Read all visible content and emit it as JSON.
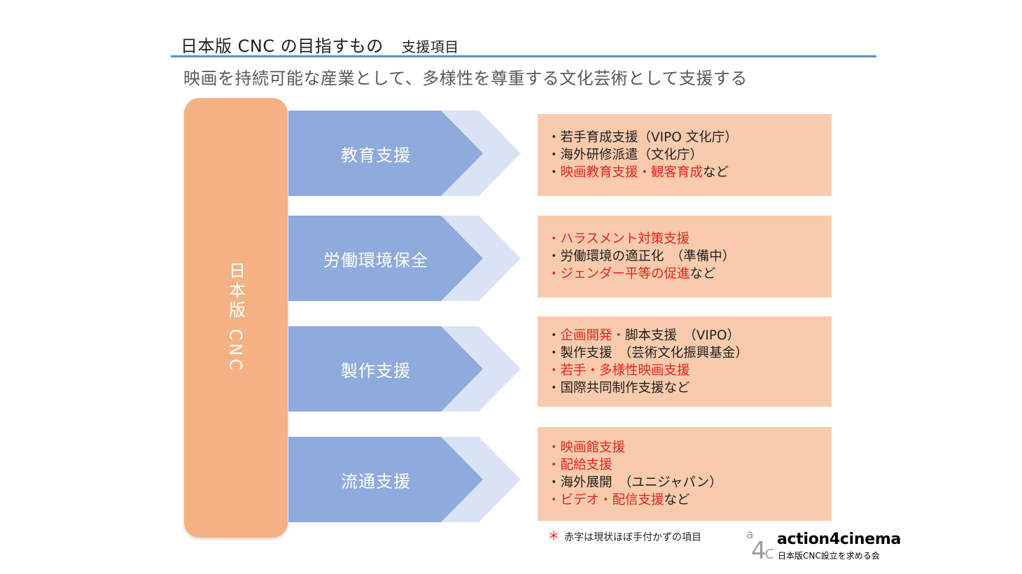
{
  "title": "日本版 CNC の目指すもの",
  "title_sub": "支援項目",
  "subtitle": "映画を持続可能な産業として、多様性を尊重する文化芸術として支援する",
  "cnc_label": "日本版 CNC",
  "rows": [
    {
      "label": "教育支援",
      "lines": [
        [
          {
            "t": "・若手育成支援（VIPO 文化庁）",
            "red": false
          }
        ],
        [
          {
            "t": "・海外研修派遣（文化庁）",
            "red": false
          }
        ],
        [
          {
            "t": "・",
            "red": false
          },
          {
            "t": "映画教育支援・観客育成",
            "red": true
          },
          {
            "t": "など",
            "red": false
          }
        ]
      ]
    },
    {
      "label": "労働環境保全",
      "lines": [
        [
          {
            "t": "・ハラスメント対策支援",
            "red": true
          }
        ],
        [
          {
            "t": "・労働環境の適正化　（準備中）",
            "red": false
          }
        ],
        [
          {
            "t": "・ジェンダー平等の促進",
            "red": true
          },
          {
            "t": "など",
            "red": false
          }
        ]
      ]
    },
    {
      "label": "製作支援",
      "lines": [
        [
          {
            "t": "・",
            "red": false
          },
          {
            "t": "企画開発・",
            "red": true
          },
          {
            "t": "脚本支援　（VIPO）",
            "red": false
          }
        ],
        [
          {
            "t": "・製作支援　（芸術文化振興基金）",
            "red": false
          }
        ],
        [
          {
            "t": "・若手・多様性映画支援",
            "red": true
          }
        ],
        [
          {
            "t": "・国際共同制作支援など",
            "red": false
          }
        ]
      ]
    },
    {
      "label": "流通支援",
      "lines": [
        [
          {
            "t": "・映画館支援",
            "red": true
          }
        ],
        [
          {
            "t": "・配給支援",
            "red": true
          }
        ],
        [
          {
            "t": "・海外展開　（ユニジャパン）",
            "red": false
          }
        ],
        [
          {
            "t": "・ビデオ・配信支援",
            "red": true
          },
          {
            "t": "など",
            "red": false
          }
        ]
      ]
    }
  ],
  "footnote_mark": "＊",
  "footnote": "赤字は現状ほぼ手付かずの項目",
  "logo": {
    "word": "action4cinema",
    "tagline": "日本版CNC設立を求める会",
    "mark_letters": "a4c"
  },
  "colors": {
    "pillar": "#f4b183",
    "arrow": "#8faadc",
    "arrow_light": "#dae3f3",
    "detail_box": "#f8cbad",
    "highlight_red": "#e8231f",
    "rule": "#5b8fd2"
  }
}
